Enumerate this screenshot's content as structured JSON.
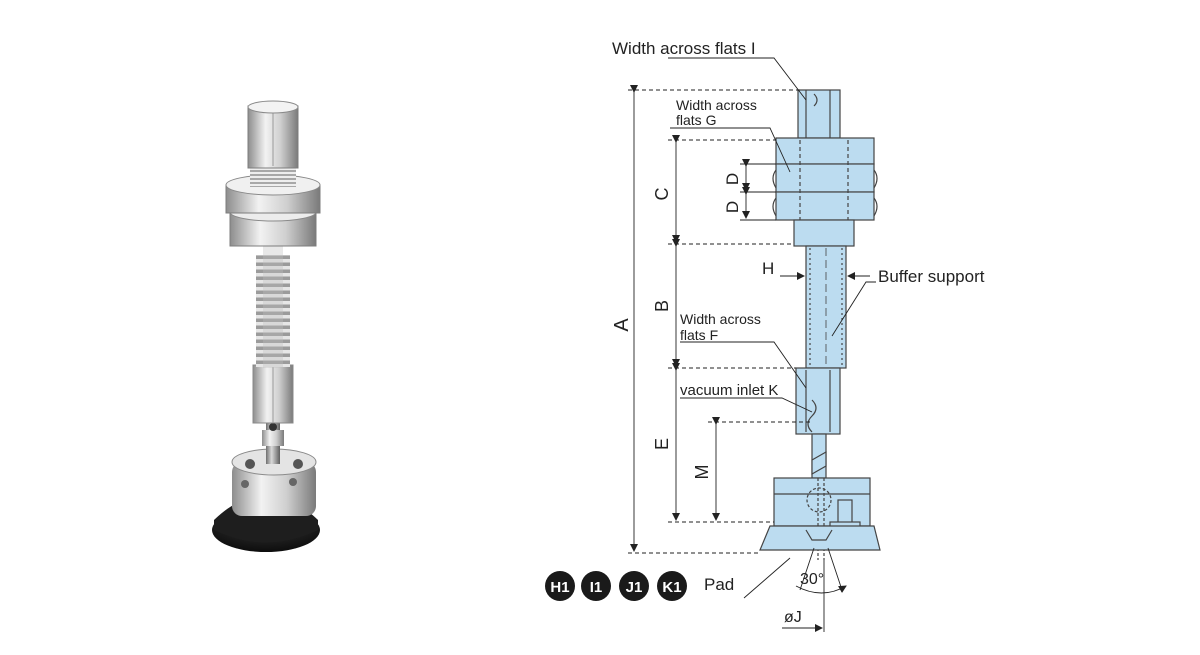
{
  "diagram": {
    "labels": {
      "width_across_flats_I": "Width across flats I",
      "width_across_flats_G_line1": "Width across",
      "width_across_flats_G_line2": "flats G",
      "width_across_flats_F_line1": "Width across",
      "width_across_flats_F_line2": "flats F",
      "buffer_support": "Buffer support",
      "vacuum_inlet": "vacuum inlet K",
      "pad": "Pad",
      "angle": "30°",
      "diameter_j": "øJ"
    },
    "dimensions": {
      "A": "A",
      "B": "B",
      "C": "C",
      "D_upper": "D",
      "D_lower": "D",
      "E": "E",
      "H": "H",
      "M": "M"
    },
    "badges": [
      "H1",
      "I1",
      "J1",
      "K1"
    ],
    "colors": {
      "part_fill": "#bcdcf0",
      "part_stroke": "#444444",
      "badge_fill": "#1a1a1a",
      "rubber": "#1b1b1b",
      "steel": "#c9c9c9"
    }
  }
}
